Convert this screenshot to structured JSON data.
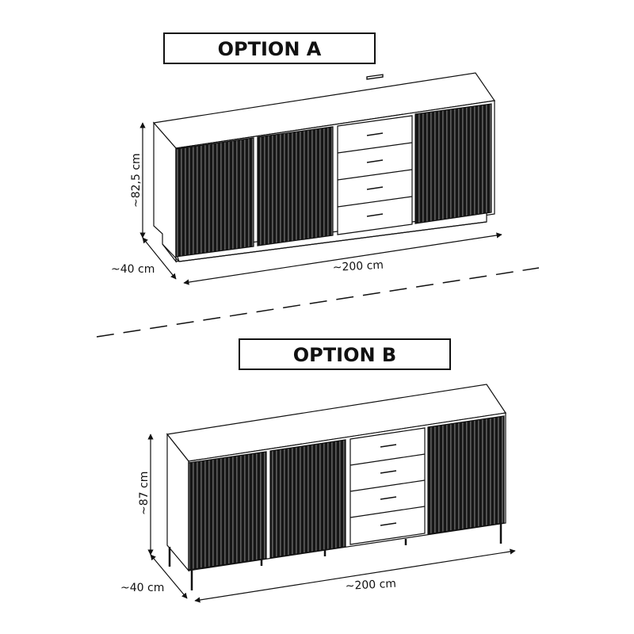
{
  "options": [
    {
      "title": "OPTION A",
      "height_label": "~82,5 cm",
      "depth_label": "~40 cm",
      "width_label": "~200 cm"
    },
    {
      "title": "OPTION B",
      "height_label": "~87 cm",
      "depth_label": "~40 cm",
      "width_label": "~200 cm"
    }
  ],
  "colors": {
    "line": "#111111",
    "door": "#1a1a1a",
    "background": "#ffffff"
  }
}
